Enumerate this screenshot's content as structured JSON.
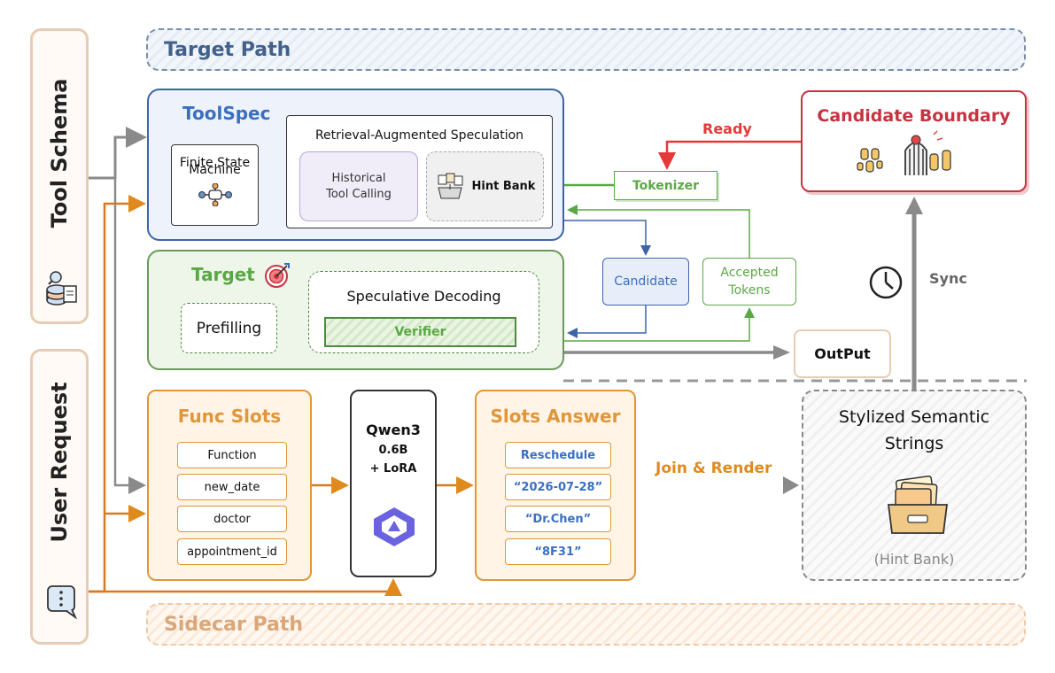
{
  "banners": {
    "target_path": "Target Path",
    "sidecar_path": "Sidecar Path"
  },
  "side_tabs": {
    "tool_schema": "Tool Schema",
    "user_request": "User Request"
  },
  "toolspec": {
    "title": "ToolSpec",
    "fsm_line1": "Finite State",
    "fsm_line2": "Machine",
    "ras_title": "Retrieval-Augmented Speculation",
    "historical_line1": "Historical",
    "historical_line2": "Tool Calling",
    "hint_bank": "Hint Bank"
  },
  "target": {
    "title": "Target",
    "prefilling": "Prefilling",
    "spec_decoding": "Speculative Decoding",
    "verifier": "Verifier"
  },
  "middle": {
    "tokenizer": "Tokenizer",
    "candidate": "Candidate",
    "accepted_line1": "Accepted",
    "accepted_line2": "Tokens",
    "output": "OutPut",
    "ready": "Ready",
    "sync": "Sync",
    "join_render": "Join & Render"
  },
  "candidate_boundary": {
    "title": "Candidate Boundary"
  },
  "func_slots": {
    "title": "Func Slots",
    "items": [
      "Function",
      "new_date",
      "doctor",
      "appointment_id"
    ]
  },
  "qwen": {
    "name": "Qwen3",
    "size": "0.6B",
    "lora": "+ LoRA"
  },
  "slots_answer": {
    "title": "Slots Answer",
    "items": [
      "Reschedule",
      "“2026-07-28”",
      "“Dr.Chen”",
      "“8F31”"
    ]
  },
  "stylized": {
    "title_line1": "Stylized Semantic",
    "title_line2": "Strings",
    "subtitle": "(Hint Bank)"
  },
  "colors": {
    "blue": "#3e64a8",
    "green": "#5aa845",
    "orange": "#e0963a",
    "red": "#c83240",
    "gray": "#888888"
  }
}
